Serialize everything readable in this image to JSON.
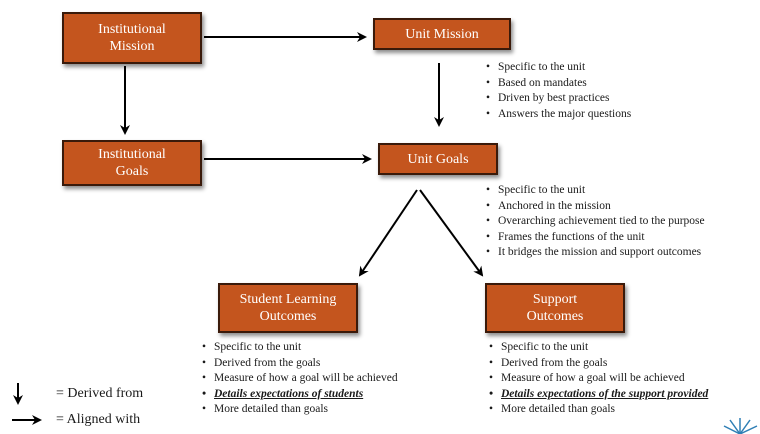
{
  "boxes": {
    "institutional_mission": [
      "Institutional",
      "Mission"
    ],
    "unit_mission": [
      "Unit Mission"
    ],
    "institutional_goals": [
      "Institutional",
      "Goals"
    ],
    "unit_goals": [
      "Unit Goals"
    ],
    "student_learning_outcomes": [
      "Student Learning",
      "Outcomes"
    ],
    "support_outcomes": [
      "Support",
      "Outcomes"
    ]
  },
  "unit_mission_bullets": [
    "Specific to the unit",
    "Based on mandates",
    "Driven by best practices",
    "Answers the major questions"
  ],
  "unit_goals_bullets": [
    "Specific to the unit",
    "Anchored in the mission",
    "Overarching achievement tied to the purpose",
    "Frames the functions of the unit",
    "It bridges the mission and support outcomes"
  ],
  "slo_bullets": [
    "Specific to the unit",
    "Derived from the goals",
    "Measure of how a goal will be achieved",
    "Details expectations of  students",
    "More detailed than goals"
  ],
  "support_bullets": [
    "Specific to the unit",
    "Derived from the goals",
    "Measure of how a goal will be achieved",
    "Details expectations of  the support provided",
    "More detailed than goals"
  ],
  "legend": {
    "derived": "= Derived from",
    "aligned": "= Aligned with"
  },
  "colors": {
    "box_fill": "#c4551e",
    "box_border": "#3a1a0a",
    "text": "#1a1a1a"
  }
}
